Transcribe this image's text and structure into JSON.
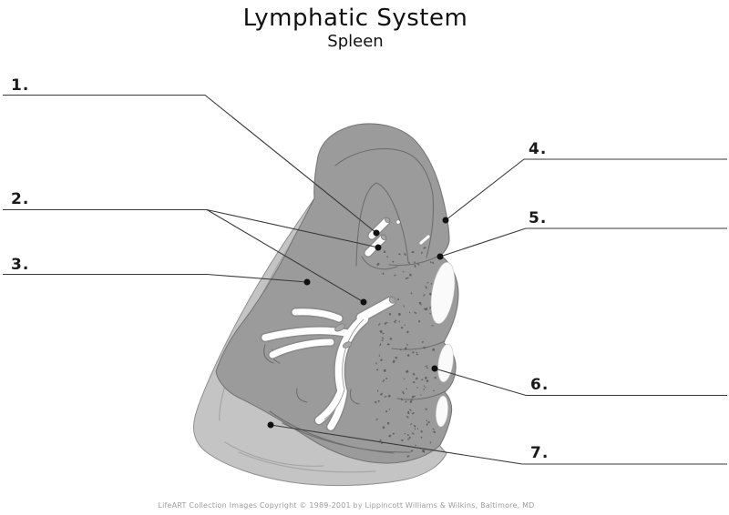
{
  "header": {
    "title": "Lymphatic System",
    "subtitle": "Spleen"
  },
  "figure_labels": [
    {
      "id": 1,
      "text": "1."
    },
    {
      "id": 2,
      "text": "2."
    },
    {
      "id": 3,
      "text": "3."
    },
    {
      "id": 4,
      "text": "4."
    },
    {
      "id": 5,
      "text": "5."
    },
    {
      "id": 6,
      "text": "6."
    },
    {
      "id": 7,
      "text": "7."
    }
  ],
  "footer": {
    "copyright": "LifeART Collection Images Copyright © 1989-2001 by Lippincott Williams & Wilkins, Baltimore, MD"
  },
  "colors": {
    "lobe": "#c4c4c4",
    "lobe-outline": "#8f8f8f",
    "lobe-crease": "#a6a6a6",
    "body": "#9b9b9b",
    "body-outline": "#777777",
    "crease": "#6f6f6f",
    "vessel": "#ffffff",
    "vessel-outline": "#8a8a8a",
    "vessel-opening": "#a8a8a8",
    "highlight": "#fafafa",
    "highlight-edge": "#c2c2c2",
    "stipple": "#585858",
    "leader": "#3a3a3a",
    "dot": "#111111",
    "label-text": "#1a1a1a",
    "title-text": "#111111",
    "copyright-text": "#9b9ba3"
  }
}
